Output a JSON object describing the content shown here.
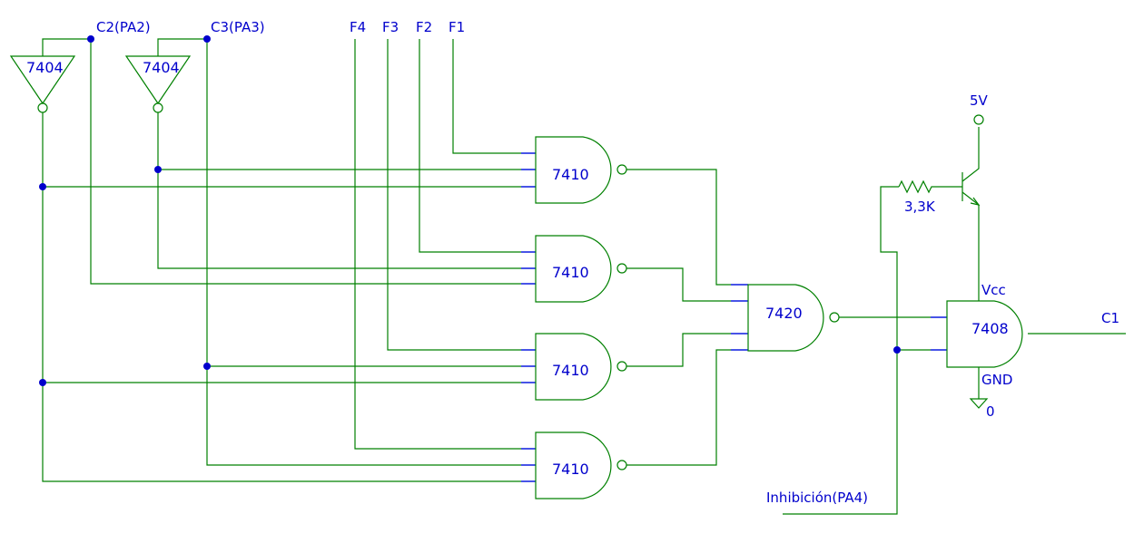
{
  "inputs": {
    "c2": "C2(PA2)",
    "c3": "C3(PA3)",
    "f4": "F4",
    "f3": "F3",
    "f2": "F2",
    "f1": "F1",
    "inhibit": "Inhibición(PA4)"
  },
  "gates": {
    "inv_c2": "7404",
    "inv_c3": "7404",
    "nand1": "7410",
    "nand2": "7410",
    "nand3": "7410",
    "nand4": "7410",
    "nand4in": "7420",
    "and_out": "7408"
  },
  "supply": {
    "vplus": "5V",
    "resistor": "3,3K",
    "vcc": "Vcc",
    "gnd": "GND",
    "ground_value": "0"
  },
  "output": {
    "c1": "C1"
  },
  "colors": {
    "wire": "#008000",
    "pin": "#0000ff",
    "junction": "#0000cc",
    "text": "#0000cc"
  }
}
